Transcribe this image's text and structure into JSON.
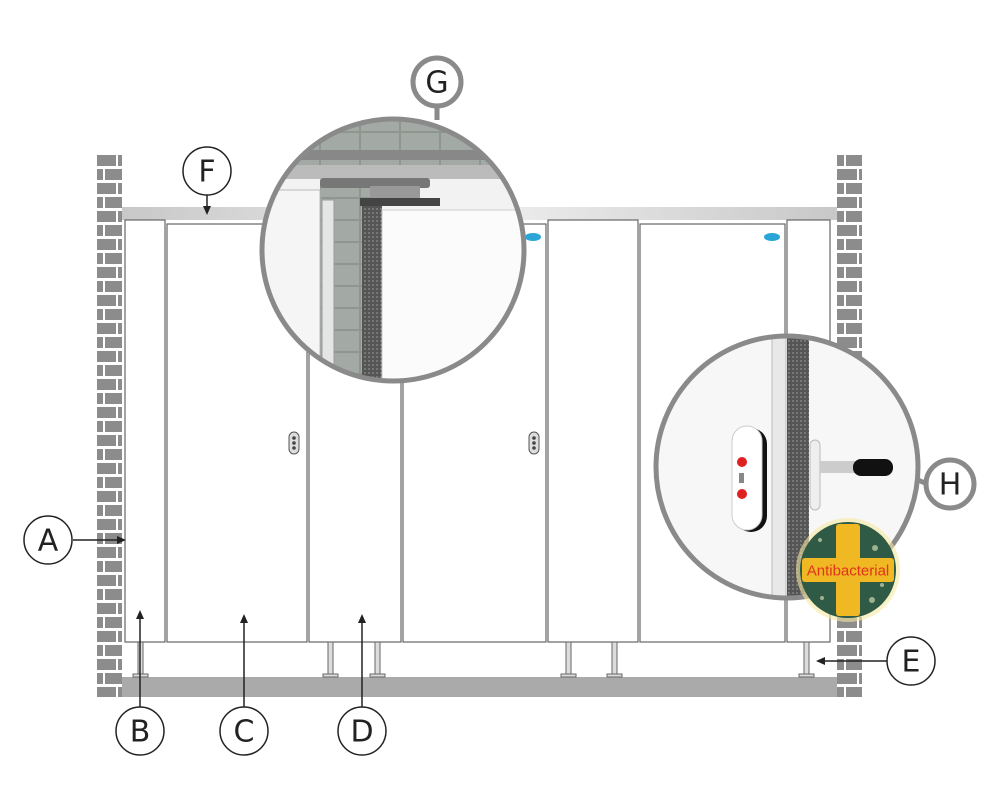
{
  "labels": {
    "A": "A",
    "B": "B",
    "C": "C",
    "D": "D",
    "E": "E",
    "F": "F",
    "G": "G",
    "H": "H"
  },
  "badge": {
    "text": "Antibacterial"
  },
  "colors": {
    "brick": "#8c8c8c",
    "rail": "#d4d4d4",
    "floor": "#aaaaaa",
    "callout": "#8a8a8a",
    "badge_bg": "#2f5a45",
    "badge_cross": "#f0b823",
    "badge_text": "#e0331c",
    "logo": "#2aa5d8",
    "indicator_red": "#e02020"
  }
}
